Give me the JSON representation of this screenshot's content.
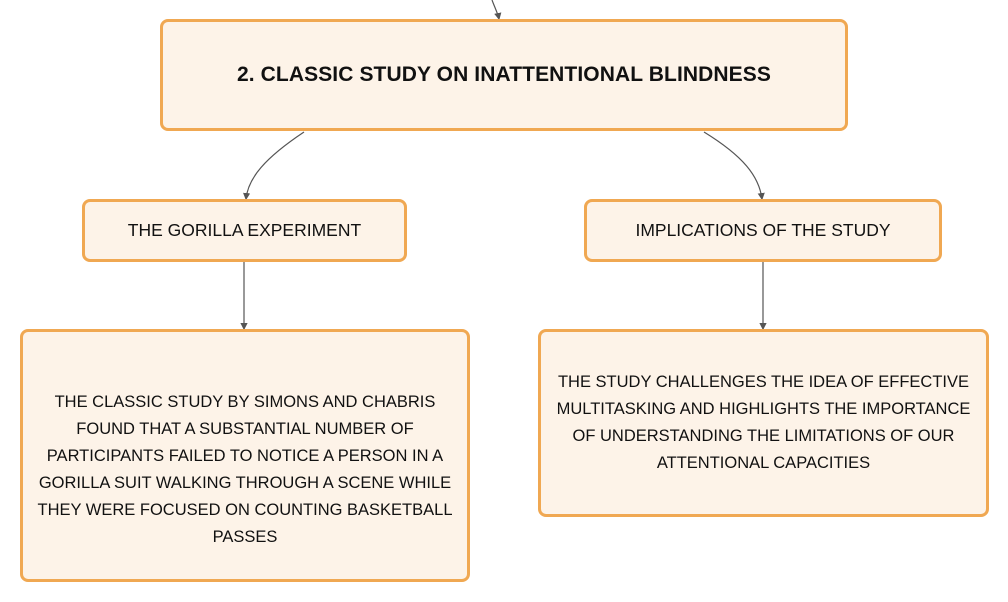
{
  "diagram": {
    "root": {
      "label": "2. CLASSIC STUDY ON INATTENTIONAL BLINDNESS"
    },
    "branches": [
      {
        "label": "THE GORILLA EXPERIMENT",
        "detail": "THE CLASSIC STUDY BY SIMONS AND CHABRIS FOUND THAT A SUBSTANTIAL NUMBER OF PARTICIPANTS FAILED TO NOTICE A PERSON IN A GORILLA SUIT WALKING THROUGH A SCENE WHILE THEY WERE FOCUSED ON COUNTING BASKETBALL PASSES"
      },
      {
        "label": "IMPLICATIONS OF THE STUDY",
        "detail": "THE STUDY CHALLENGES THE IDEA OF EFFECTIVE MULTITASKING AND HIGHLIGHTS THE IMPORTANCE OF UNDERSTANDING THE LIMITATIONS OF OUR ATTENTIONAL CAPACITIES"
      }
    ]
  },
  "colors": {
    "node_fill": "#fdf3e8",
    "node_border": "#f0a852",
    "connector": "#555555",
    "text": "#111111"
  }
}
